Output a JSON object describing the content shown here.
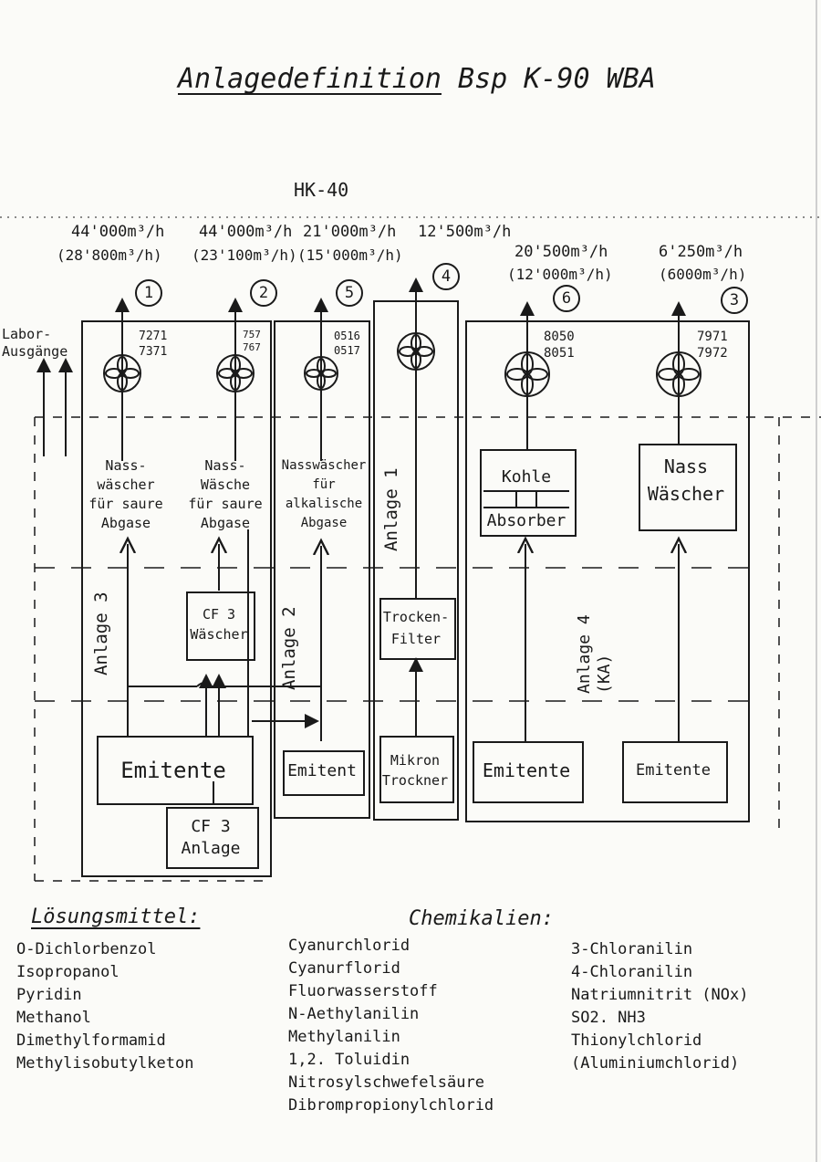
{
  "title": {
    "prefix": "Anlagedefinition",
    "suffix": "Bsp  K-90 WBA"
  },
  "subtitle": "HK-40",
  "side_label": "Labor-\nAusgänge",
  "stacks": [
    {
      "flow": "44'000m³/h",
      "flow_paren": "(28'800m³/h)",
      "number": "1",
      "tag": "7271\n7371",
      "label": "Nass-\nwäscher\nfür saure\nAbgase"
    },
    {
      "flow": "44'000m³/h",
      "flow_paren": "(23'100m³/h)",
      "number": "2",
      "tag": "757\n767",
      "label": "Nass-\nWäsche\nfür saure\nAbgase"
    },
    {
      "flow": "21'000m³/h",
      "flow_paren": "(15'000m³/h)",
      "number": "5",
      "tag": "0516\n0517",
      "label": "Nasswäscher\nfür\nalkalische\nAbgase"
    },
    {
      "flow": "12'500m³/h",
      "flow_paren": "",
      "number": "4",
      "tag": "",
      "label": ""
    },
    {
      "flow": "20'500m³/h",
      "flow_paren": "(12'000m³/h)",
      "number": "6",
      "tag": "8050\n8051",
      "label": ""
    },
    {
      "flow": "6'250m³/h",
      "flow_paren": "(6000m³/h)",
      "number": "3",
      "tag": "7971\n7972",
      "label": ""
    }
  ],
  "plants": {
    "anlage_3": "Anlage 3",
    "anlage_2": "Anlage 2",
    "anlage_1": "Anlage 1",
    "anlage_4": "Anlage 4\n(KA)"
  },
  "boxes": {
    "cf3_waescher": "CF 3\nWäscher",
    "emitente_1": "Emitente",
    "cf3_anlage": "CF 3\nAnlage",
    "emitent_2": "Emitent",
    "trocken_filter": "Trocken-\nFilter",
    "mikron_trockner": "Mikron\nTrockner",
    "kohle": "Kohle",
    "absorber": "Absorber",
    "nass_waescher": "Nass\nWäscher",
    "emitente_4a": "Emitente",
    "emitente_4b": "Emitente"
  },
  "solvents": {
    "heading": "Lösungsmittel:",
    "items": [
      "O-Dichlorbenzol",
      "Isopropanol",
      "Pyridin",
      "Methanol",
      "Dimethylformamid",
      "Methylisobutylketon"
    ]
  },
  "chemicals": {
    "heading": "Chemikalien:",
    "col1": [
      "Cyanurchlorid",
      "Cyanurflorid",
      "Fluorwasserstoff",
      "N-Aethylanilin",
      "Methylanilin",
      "1,2. Toluidin",
      "Nitrosylschwefelsäure",
      "Dibrompropionylchlorid"
    ],
    "col2": [
      "3-Chloranilin",
      "4-Chloranilin",
      "Natriumnitrit (NOx)",
      "SO2. NH3",
      "Thionylchlorid",
      "(Aluminiumchlorid)"
    ]
  }
}
